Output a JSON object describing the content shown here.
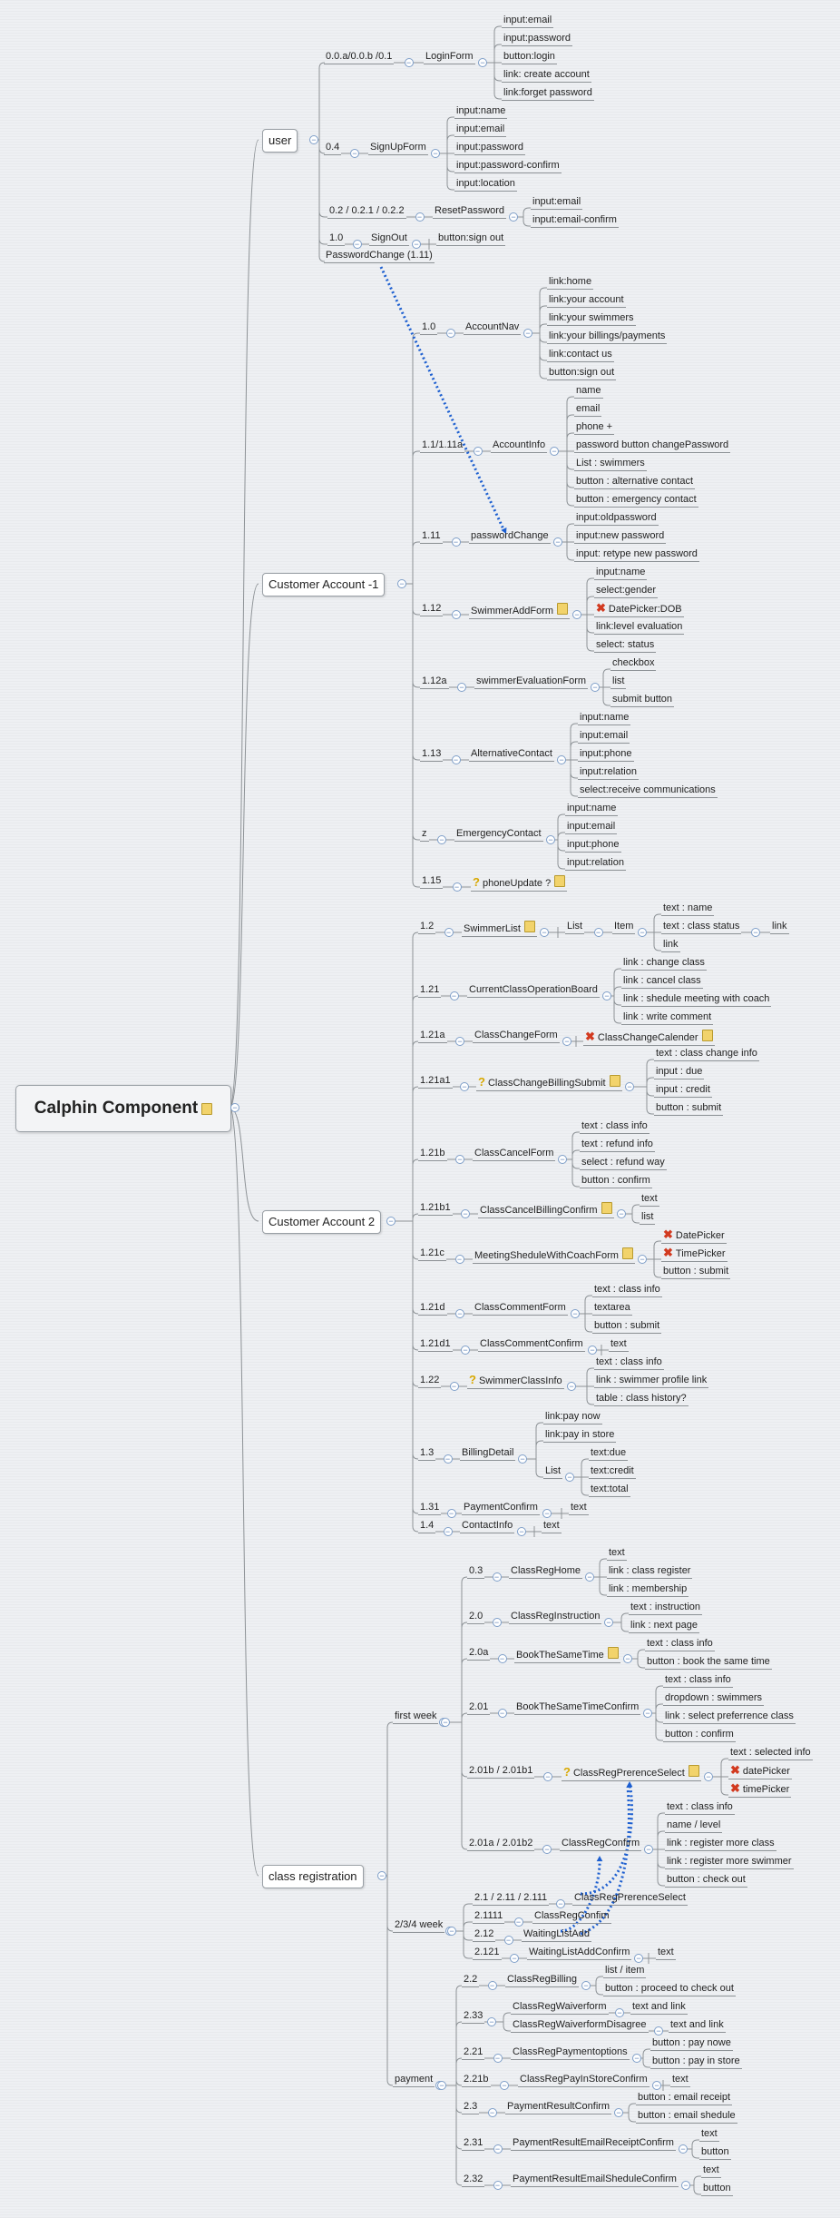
{
  "root": {
    "label": "Calphin Component"
  },
  "colors": {
    "line": "#8d9296",
    "toggle": "#6a8ec2",
    "dashed": "#1d5fd0",
    "note": "#f2d36b",
    "error": "#d23a20",
    "question": "#d8a800"
  },
  "sections": {
    "user": "user",
    "ca1": "Customer Account -1",
    "ca2": "Customer Account  2",
    "reg": "class registration"
  },
  "t": {
    "u1": "0.0.a/0.0.b /0.1",
    "u1n": "LoginForm",
    "u1a": "input:email",
    "u1b": "input:password",
    "u1c": "button:login",
    "u1d": "link: create account",
    "u1e": "link:forget password",
    "u2": "0.4",
    "u2n": "SignUpForm",
    "u2a": "input:name",
    "u2b": "input:email",
    "u2c": "input:password",
    "u2d": "input:password-confirm",
    "u2e": "input:location",
    "u3": "0.2 / 0.2.1 / 0.2.2",
    "u3n": "ResetPassword",
    "u3a": "input:email",
    "u3b": "input:email-confirm",
    "u4": "1.0",
    "u4n": "SignOut",
    "u4a": "button:sign out",
    "u5": "PasswordChange (1.11)",
    "a1": "1.0",
    "a1n": "AccountNav",
    "a1a": "link:home",
    "a1b": "link:your account",
    "a1c": "link:your swimmers",
    "a1d": "link:your billings/payments",
    "a1e": "link:contact us",
    "a1f": "button:sign out",
    "a2": "1.1/1.11a",
    "a2n": "AccountInfo",
    "a2a": "name",
    "a2b": "email",
    "a2c": "phone  +",
    "a2d": "password  button changePassword",
    "a2e": "List :  swimmers",
    "a2f": "button :  alternative contact",
    "a2g": "button :  emergency contact",
    "a3": "1.11",
    "a3n": "passwordChange",
    "a3a": "input:oldpassword",
    "a3b": "input:new password",
    "a3c": "input: retype new password",
    "a4": "1.12",
    "a4n": "SwimmerAddForm",
    "a4a": "input:name",
    "a4b": "select:gender",
    "a4c": "DatePicker:DOB",
    "a4d": "link:level evaluation",
    "a4e": "select: status",
    "a5": "1.12a",
    "a5n": "swimmerEvaluationForm",
    "a5a": "checkbox",
    "a5b": "list",
    "a5c": "submit button",
    "a6": "1.13",
    "a6n": "AlternativeContact",
    "a6a": "input:name",
    "a6b": "input:email",
    "a6c": "input:phone",
    "a6d": "input:relation",
    "a6e": "select:receive communications",
    "a7": "z",
    "a7n": "EmergencyContact",
    "a7a": "input:name",
    "a7b": "input:email",
    "a7c": "input:phone",
    "a7d": "input:relation",
    "a8": "1.15",
    "a8n": "phoneUpdate ?",
    "b1": "1.2",
    "b1n": "SwimmerList",
    "b1l": "List",
    "b1i": "Item",
    "b1a": "text :  name",
    "b1b": "text :  class status",
    "b1c": "link",
    "b1d": "link",
    "b2": "1.21",
    "b2n": "CurrentClassOperationBoard",
    "b2a": "link :   change class",
    "b2b": "link :   cancel class",
    "b2c": "link :   shedule meeting with coach",
    "b2d": "link :   write comment",
    "b3": "1.21a",
    "b3n": "ClassChangeForm",
    "b3a": "ClassChangeCalender",
    "b4": "1.21a1",
    "b4n": "ClassChangeBillingSubmit",
    "b4a": "text :   class change info",
    "b4b": "input :   due",
    "b4c": "input :   credit",
    "b4d": "button :   submit",
    "b5": "1.21b",
    "b5n": "ClassCancelForm",
    "b5a": "text :   class info",
    "b5b": "text :   refund info",
    "b5c": "select :   refund way",
    "b5d": "button :   confirm",
    "b6": "1.21b1",
    "b6n": "ClassCancelBillingConfirm",
    "b6a": "text",
    "b6b": "list",
    "b7": "1.21c",
    "b7n": "MeetingSheduleWithCoachForm",
    "b7a": "DatePicker",
    "b7b": "TimePicker",
    "b7c": "button :   submit",
    "b8": "1.21d",
    "b8n": "ClassCommentForm",
    "b8a": "text :   class info",
    "b8b": "textarea",
    "b8c": "button :   submit",
    "b9": "1.21d1",
    "b9n": "ClassCommentConfirm",
    "b9a": "text",
    "b10": "1.22",
    "b10n": "SwimmerClassInfo",
    "b10a": "text :   class info",
    "b10b": "link :   swimmer profile link",
    "b10c": "table :   class history?",
    "b11": "1.3",
    "b11n": "BillingDetail",
    "b11a": "link:pay now",
    "b11b": "link:pay in store",
    "b11l": "List",
    "b11c": "text:due",
    "b11d": "text:credit",
    "b11e": "text:total",
    "b12": "1.31",
    "b12n": "PaymentConfirm",
    "b12a": "text",
    "b13": "1.4",
    "b13n": "ContactInfo",
    "b13a": "text",
    "fw": "first week",
    "c1": "0.3",
    "c1n": "ClassRegHome",
    "c1a": "text",
    "c1b": "link :   class register",
    "c1c": "link :   membership",
    "c2": "2.0",
    "c2n": "ClassRegInstruction",
    "c2a": "text :   instruction",
    "c2b": "link :   next page",
    "c3": "2.0a",
    "c3n": "BookTheSameTime",
    "c3a": "text :   class info",
    "c3b": "button :   book the same time",
    "c4": "2.01",
    "c4n": "BookTheSameTimeConfirm",
    "c4a": "text :   class info",
    "c4b": "dropdown :   swimmers",
    "c4c": "link :   select preferrence class",
    "c4d": "button :   confirm",
    "c5": "2.01b / 2.01b1",
    "c5n": "ClassRegPrerenceSelect",
    "c5a": "text :   selected info",
    "c5b": "datePicker",
    "c5c": "timePicker",
    "c6": "2.01a / 2.01b2",
    "c6n": "ClassRegConfirm",
    "c6a": "text :   class info",
    "c6b": "name /  level",
    "c6c": "link :   register more class",
    "c6d": "link :   register more swimmer",
    "c6e": "button :   check out",
    "ww": "2/3/4 week",
    "w1": "2.1 / 2.11 / 2.111",
    "w1n": "ClassRegPrerenceSelect",
    "w2": "2.1111",
    "w2n": "ClassRegConfim",
    "w3": "2.12",
    "w3n": "WaitingListAdd",
    "w4": "2.121",
    "w4n": "WaitingListAddConfirm",
    "w4a": "text",
    "pw": "payment",
    "p1": "2.2",
    "p1n": "ClassRegBilling",
    "p1a": "list / item",
    "p1b": "button :   proceed to check out",
    "p2": "2.33",
    "p2n": "ClassRegWaiverform",
    "p2a": "text and link",
    "p3n": "ClassRegWaiverformDisagree",
    "p3a": "text and link",
    "p4": "2.21",
    "p4n": "ClassRegPaymentoptions",
    "p4a": "button :   pay nowe",
    "p4b": "button :   pay in store",
    "p5": "2.21b",
    "p5n": "ClassRegPayInStoreConfirm",
    "p5a": "text",
    "p6": "2.3",
    "p6n": "PaymentResultConfirm",
    "p6a": "button :   email receipt",
    "p6b": "button :   email shedule",
    "p7": "2.31",
    "p7n": "PaymentResultEmailReceiptConfirm",
    "p7a": "text",
    "p7b": "button",
    "p8": "2.32",
    "p8n": "PaymentResultEmailSheduleConfirm",
    "p8a": "text",
    "p8b": "button"
  }
}
